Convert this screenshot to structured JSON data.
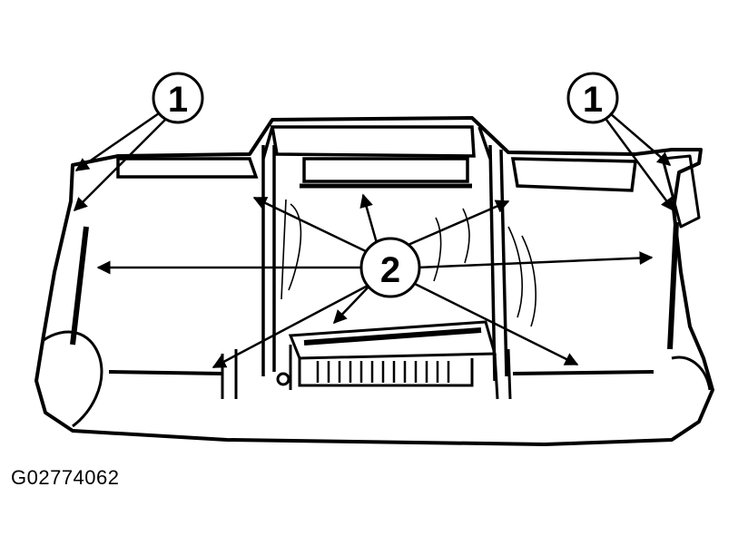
{
  "callouts": [
    {
      "label": "1"
    },
    {
      "label": "1"
    },
    {
      "label": "2"
    }
  ],
  "figure_id": "G02774062",
  "colors": {
    "ink": "#000000",
    "paper": "#ffffff"
  }
}
